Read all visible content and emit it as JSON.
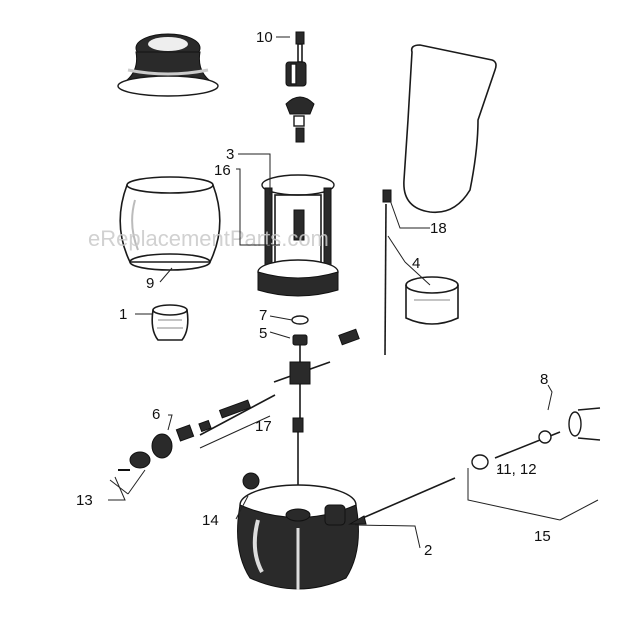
{
  "watermark": "eReplacementParts.com",
  "callouts": [
    {
      "id": "10",
      "text": "10"
    },
    {
      "id": "3",
      "text": "3"
    },
    {
      "id": "16",
      "text": "16"
    },
    {
      "id": "18",
      "text": "18"
    },
    {
      "id": "4",
      "text": "4"
    },
    {
      "id": "9",
      "text": "9"
    },
    {
      "id": "1",
      "text": "1"
    },
    {
      "id": "7",
      "text": "7"
    },
    {
      "id": "5",
      "text": "5"
    },
    {
      "id": "8",
      "text": "8"
    },
    {
      "id": "6",
      "text": "6"
    },
    {
      "id": "17",
      "text": "17"
    },
    {
      "id": "11-12",
      "text": "11, 12"
    },
    {
      "id": "13",
      "text": "13"
    },
    {
      "id": "14",
      "text": "14"
    },
    {
      "id": "15",
      "text": "15"
    },
    {
      "id": "2",
      "text": "2"
    }
  ],
  "colors": {
    "ink": "#1a1a1a",
    "watermark": "#c9c9c9",
    "background": "#ffffff"
  }
}
